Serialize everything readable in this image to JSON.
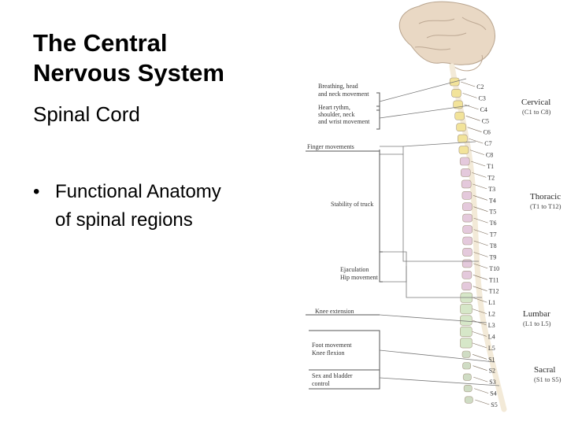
{
  "slide": {
    "title_lines": [
      "The Central",
      "Nervous System"
    ],
    "subtitle": "Spinal Cord",
    "bullet": {
      "marker": "•",
      "lines": [
        "Functional Anatomy",
        "of spinal regions"
      ]
    }
  },
  "figure": {
    "function_labels": [
      [
        "Breathing, head",
        "and neck movement"
      ],
      [
        "Heart rythm,",
        "shoulder, neck",
        "and wrist movement"
      ],
      [
        "Finger movements"
      ],
      [
        "Stability of truck"
      ],
      [
        "Ejaculation",
        "Hip movement"
      ],
      [
        "Knee extension"
      ],
      [
        "Foot movement",
        "Knee flexion"
      ],
      [
        "Sex and bladder",
        "control"
      ]
    ],
    "regions": [
      {
        "name": "Cervical",
        "range": "(C1 to C8)"
      },
      {
        "name": "Thoracic",
        "range": "(T1 to T12)"
      },
      {
        "name": "Lumbar",
        "range": "(L1 to L5)"
      },
      {
        "name": "Sacral",
        "range": "(S1 to S5)"
      }
    ],
    "levels": [
      "C2",
      "C3",
      "C4",
      "C5",
      "C6",
      "C7",
      "C8",
      "T1",
      "T2",
      "T3",
      "T4",
      "T5",
      "T6",
      "T7",
      "T8",
      "T9",
      "T10",
      "T11",
      "T12",
      "L1",
      "L2",
      "L3",
      "L4",
      "L5",
      "S1",
      "S2",
      "S3",
      "S4",
      "S5"
    ],
    "colors": {
      "brain": "#e9d8c4",
      "cervical_vertebra": "#f2e39a",
      "thoracic_vertebra": "#e4c9dc",
      "lumbar_vertebra": "#d6e7c8",
      "sacral_vertebra": "#cfdcc4",
      "cord": "#f3ead8",
      "nerve_line": "#7a6a58",
      "box_line": "#555555"
    }
  }
}
